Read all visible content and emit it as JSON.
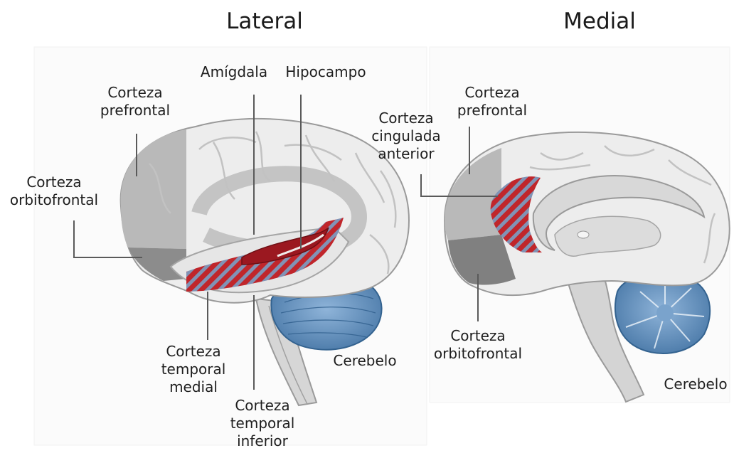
{
  "titles": {
    "left": "Lateral",
    "right": "Medial"
  },
  "lateral_labels": {
    "amygdala": "Amígdala",
    "hippocampus": "Hipocampo",
    "prefrontal": "Corteza\nprefrontal",
    "orbitofrontal": "Corteza\norbitofrontal",
    "medial_temporal": "Corteza\ntemporal\nmedial",
    "inferior_temporal": "Corteza\ntemporal\ninferior",
    "cerebellum": "Cerebelo"
  },
  "medial_labels": {
    "anterior_cingulate": "Corteza\ncingulada\nanterior",
    "prefrontal": "Corteza\nprefrontal",
    "orbitofrontal": "Corteza\norbitofrontal",
    "cerebellum": "Cerebelo"
  },
  "colors": {
    "cortex_light": "#ededed",
    "cortex_mid": "#b9b9b9",
    "cortex_dark": "#808080",
    "highlight_red": "#c0262b",
    "stripe_blue": "#7c8db0",
    "cerebellum_blue": "#5a88b6",
    "line": "#5a5a5a"
  }
}
